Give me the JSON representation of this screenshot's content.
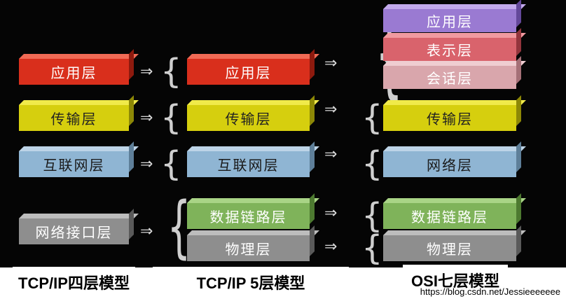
{
  "columns": {
    "left": {
      "layers": [
        "应用层",
        "传输层",
        "互联网层",
        "网络接口层"
      ],
      "caption": "TCP/IP四层模型"
    },
    "middle": {
      "layers": [
        "应用层",
        "传输层",
        "互联网层",
        "数据链路层",
        "物理层"
      ],
      "caption": "TCP/IP 5层模型"
    },
    "right": {
      "layers": [
        "应用层",
        "表示层",
        "会话层",
        "传输层",
        "网络层",
        "数据链路层",
        "物理层"
      ],
      "caption": "OSI七层模型"
    }
  },
  "watermark": "https://blog.csdn.net/Jessieeeeeee",
  "colors": {
    "application": "#d92f1c",
    "transport": "#d6cf0e",
    "internet": "#8fb5d3",
    "network_interface": "#8e8e8e",
    "data_link": "#7fb35a",
    "physical": "#8e8e8e",
    "osi_application": "#9a7ad2",
    "osi_presentation": "#d9636c",
    "osi_session": "#d9a6ac",
    "background": "#050505"
  }
}
